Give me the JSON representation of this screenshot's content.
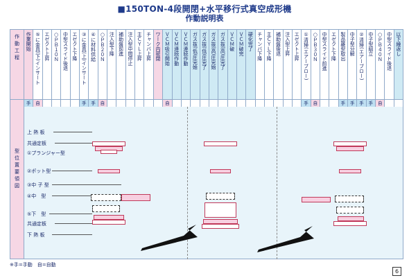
{
  "title": "■150TON-4段開閉+水平移行式真空成形機",
  "subtitle": "作動説明表",
  "row_labels": {
    "process": "作動工程",
    "diagram": "型位置要領図"
  },
  "steps": [
    {
      "label": "作業開始",
      "bg": "pink"
    },
    {
      "label": "⑤に金具(下)インサート",
      "bg": "white"
    },
    {
      "label": "エゼクト上昇",
      "bg": "white"
    },
    {
      "label": "○ＰＢ１０Ｎ",
      "bg": "white"
    },
    {
      "label": "中型スライド後退",
      "bg": "white"
    },
    {
      "label": "エゼクト下降",
      "bg": "white"
    },
    {
      "label": "③に金具(上)インサート",
      "bg": "white"
    },
    {
      "label": "④に材料供給",
      "bg": "white"
    },
    {
      "label": "○ＰＢ２０Ｎ",
      "bg": "white"
    },
    {
      "label": "注入型下降",
      "bg": "white"
    },
    {
      "label": "補助盤前進",
      "bg": "white"
    },
    {
      "label": "注入型中間停止",
      "bg": "white"
    },
    {
      "label": "主ＣＹＬ上昇",
      "bg": "white"
    },
    {
      "label": "チャンバ上昇",
      "bg": "white"
    },
    {
      "label": "ワーク内密閉",
      "bg": "pink"
    },
    {
      "label": "ＶＣＭ吸引開始",
      "bg": "blue"
    },
    {
      "label": "ＶＣＭ連続作動",
      "bg": "blue"
    },
    {
      "label": "ＶＣＭ連続作動",
      "bg": "blue"
    },
    {
      "label": "ガス抜(低)圧完始",
      "bg": "blue"
    },
    {
      "label": "ガス抜(低)圧完了",
      "bg": "blue"
    },
    {
      "label": "ガス抜(高)圧完始",
      "bg": "blue"
    },
    {
      "label": "ガス抜(高)圧完了",
      "bg": "blue"
    },
    {
      "label": "ＶＣＭ破",
      "bg": "blue"
    },
    {
      "label": "ＶＣＭ破完",
      "bg": "blue"
    },
    {
      "label": "硬化完了",
      "bg": "blue"
    },
    {
      "label": "チャンバ下降",
      "bg": "white"
    },
    {
      "label": "主ＣＹＬ下降",
      "bg": "white"
    },
    {
      "label": "補助盤後退",
      "bg": "white"
    },
    {
      "label": "注入型上昇",
      "bg": "white"
    },
    {
      "label": "エゼクト上昇",
      "bg": "white"
    },
    {
      "label": "①清掃(エアーブロー)",
      "bg": "white"
    },
    {
      "label": "○ＰＢ３０Ｎ",
      "bg": "white"
    },
    {
      "label": "中型スライド前進",
      "bg": "white"
    },
    {
      "label": "エゼクト下降",
      "bg": "white"
    },
    {
      "label": "製品離型取出",
      "bg": "white"
    },
    {
      "label": "中子型分解",
      "bg": "white"
    },
    {
      "label": "②清掃(エアーブロー)",
      "bg": "white"
    },
    {
      "label": "中子型組立",
      "bg": "white"
    },
    {
      "label": "○ＰＢ４０Ｎ",
      "bg": "white"
    },
    {
      "label": "中型スライド後退",
      "bg": "white"
    },
    {
      "label": "以下繰返し",
      "bg": "blue"
    }
  ],
  "modes": [
    "手",
    "自",
    "",
    "",
    "",
    "",
    "手",
    "手",
    "自",
    "",
    "",
    "",
    "",
    "",
    "",
    "自",
    "",
    "",
    "",
    "",
    "",
    "",
    "",
    "",
    "",
    "",
    "",
    "",
    "",
    "",
    "手",
    "自",
    "",
    "",
    "手",
    "手",
    "手",
    "手",
    "自",
    "",
    ""
  ],
  "diagram": {
    "labels": {
      "upper_hot": "上 熱 板",
      "common_upper": "共通定板",
      "plunger": "①プランジャー型",
      "pot": "②ポット型",
      "core": "③中 子 型",
      "middle": "④中　型",
      "lower": "⑤下　型",
      "common_lower": "共通定板",
      "lower_hot": "下 熱 板"
    }
  },
  "footnote": "※手=手動　自=自動",
  "page_number": "6"
}
